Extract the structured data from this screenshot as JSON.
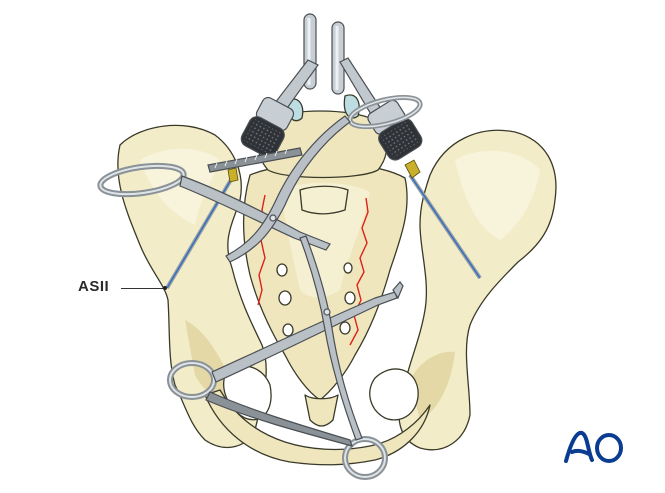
{
  "figure": {
    "subject": "Pelvis (posterior view) with sacral fractures, two pointed reduction clamps, two guide wires with drill sleeves, and a large reduction clamp",
    "colors": {
      "bone_fill": "#f3ecc8",
      "bone_shade": "#e4d9a6",
      "bone_outline": "#3a3a2a",
      "instrument_fill": "#b9c1c7",
      "instrument_highlight": "#e6eaed",
      "instrument_outline": "#4a4f54",
      "knurled_dark": "#2f3236",
      "fracture_line": "#e0201a",
      "guide_wire": "#2f6fc0",
      "wire_tip": "#c9b02a",
      "cartilage": "#bcdde2",
      "logo": "#0a3d91"
    }
  },
  "labels": {
    "asii": "ASII"
  },
  "logo": {
    "text": "AO"
  }
}
